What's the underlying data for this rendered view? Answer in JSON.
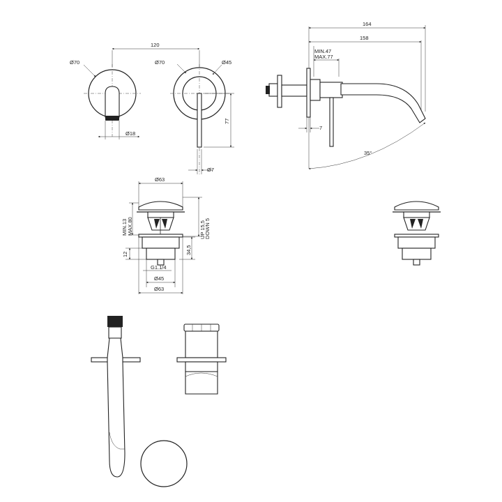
{
  "view_lever": {
    "dia_plate": "Ø70",
    "dia_lever": "Ø18"
  },
  "view_front": {
    "spacing": "120",
    "dia_plate": "Ø70",
    "dia_hub": "Ø45",
    "height": "77",
    "dia_rod": "Ø7"
  },
  "view_side": {
    "overall": "164",
    "projection": "158",
    "min_label": "MIN.47",
    "max_label": "MAX.77",
    "plate_thickness": "7",
    "angle": "35°"
  },
  "waste_section": {
    "dia_top": "Ø63",
    "adjust_min": "MIN.13",
    "adjust_max": "MAX.80",
    "travel_up": "UP 15,5",
    "travel_down": "DOWN 5",
    "body_height": "34,5",
    "flange": "12",
    "thread": "G1.1/4",
    "dia_body": "Ø45",
    "dia_bottom": "Ø63"
  }
}
